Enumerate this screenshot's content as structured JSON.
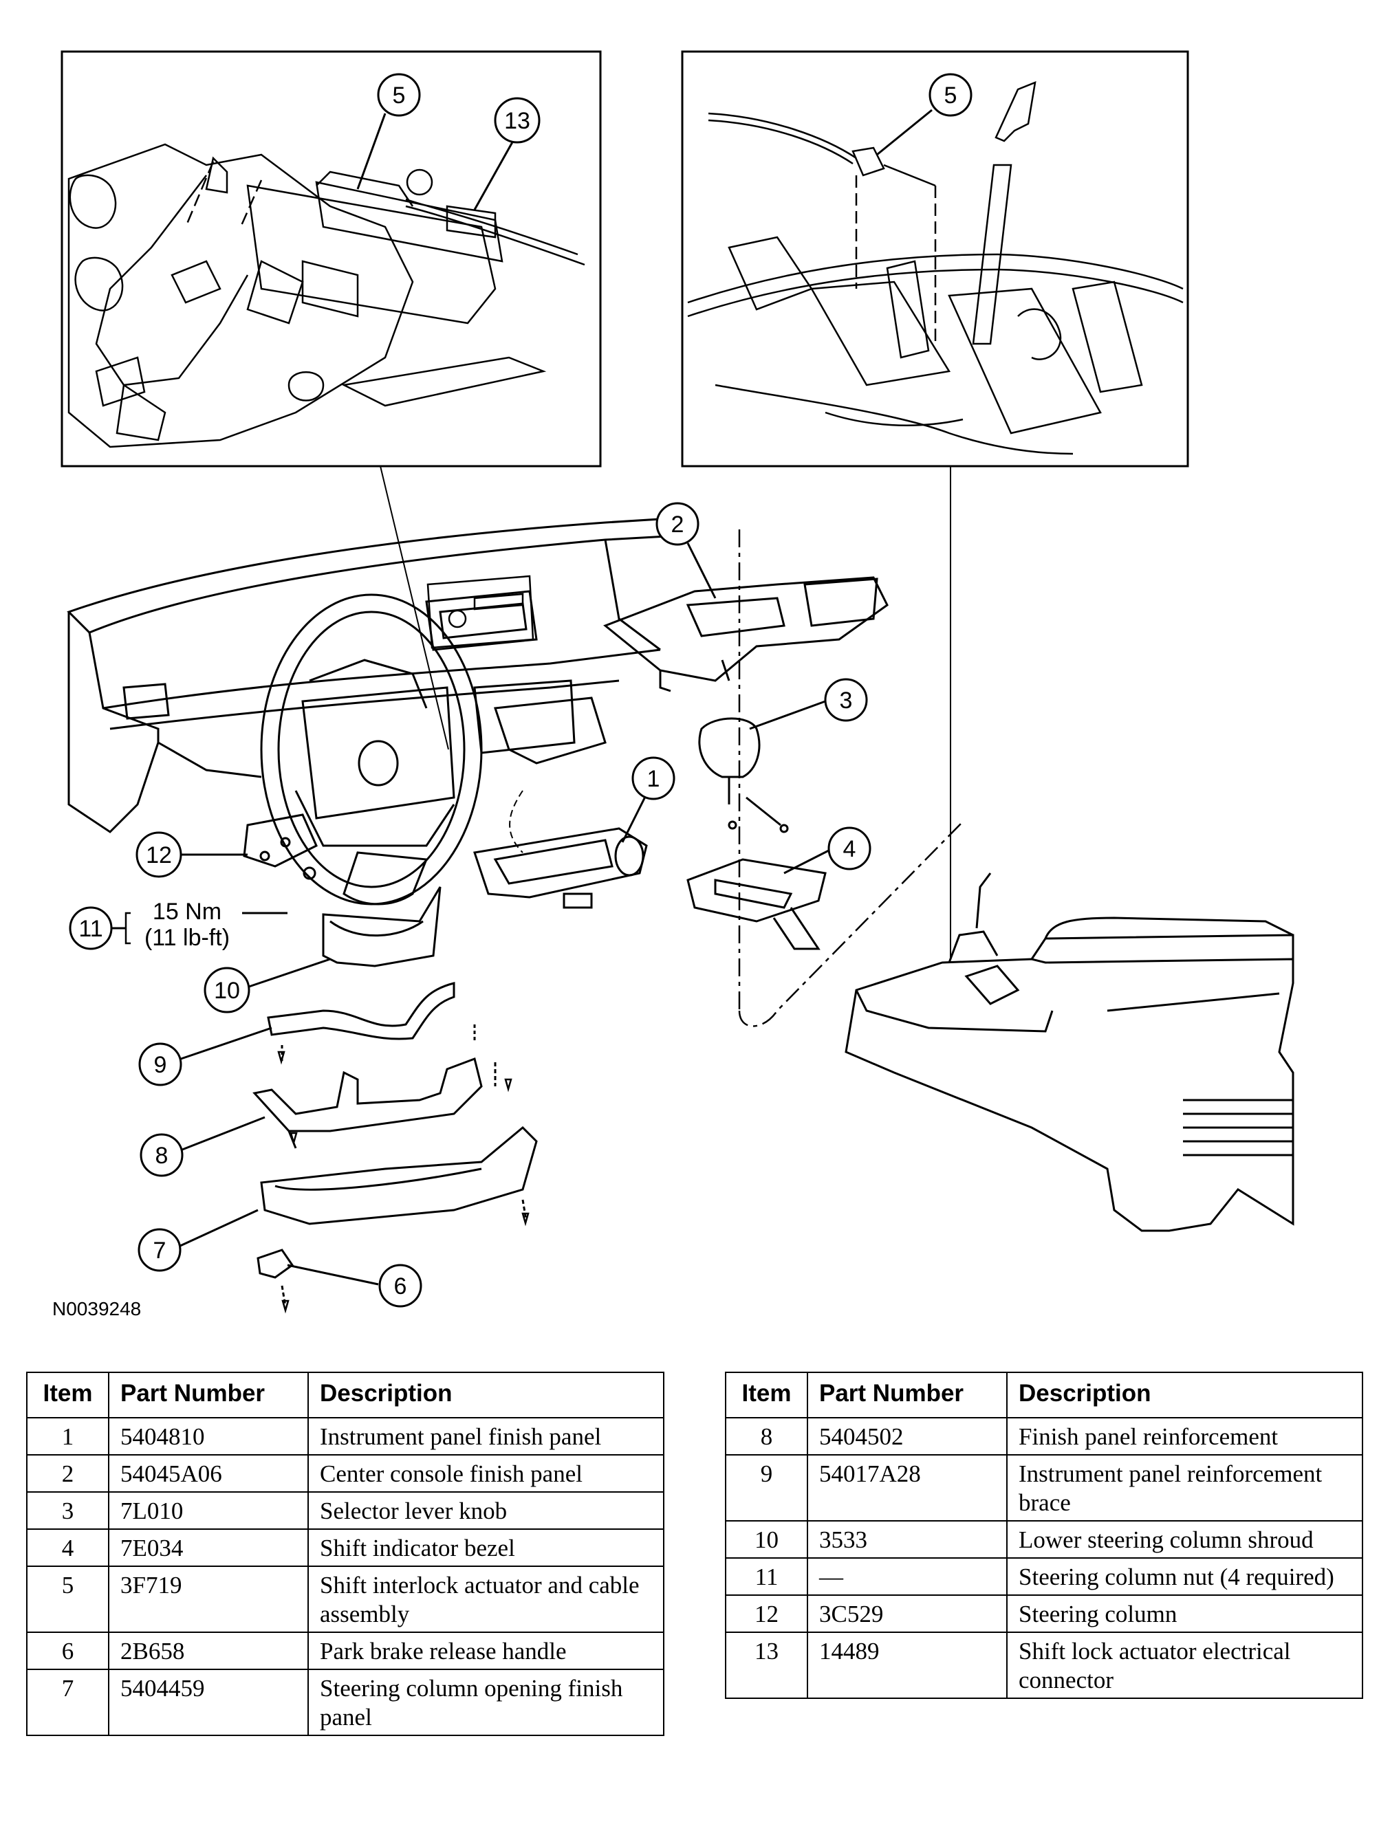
{
  "figure_id": "N0039248",
  "torque": {
    "value_nm": "15 Nm",
    "value_lbft": "(11 lb-ft)"
  },
  "callouts": [
    "1",
    "2",
    "3",
    "4",
    "5",
    "6",
    "7",
    "8",
    "9",
    "10",
    "11",
    "12",
    "13"
  ],
  "table_headers": {
    "item": "Item",
    "part_number": "Part Number",
    "description": "Description"
  },
  "parts_left": [
    {
      "item": "1",
      "part_number": "5404810",
      "description": "Instrument panel finish panel"
    },
    {
      "item": "2",
      "part_number": "54045A06",
      "description": "Center console finish panel"
    },
    {
      "item": "3",
      "part_number": "7L010",
      "description": "Selector lever knob"
    },
    {
      "item": "4",
      "part_number": "7E034",
      "description": "Shift indicator bezel"
    },
    {
      "item": "5",
      "part_number": "3F719",
      "description": "Shift interlock actuator and cable assembly"
    },
    {
      "item": "6",
      "part_number": "2B658",
      "description": "Park brake release handle"
    },
    {
      "item": "7",
      "part_number": "5404459",
      "description": "Steering column opening finish panel"
    }
  ],
  "parts_right": [
    {
      "item": "8",
      "part_number": "5404502",
      "description": "Finish panel reinforcement"
    },
    {
      "item": "9",
      "part_number": "54017A28",
      "description": "Instrument panel reinforcement brace"
    },
    {
      "item": "10",
      "part_number": "3533",
      "description": "Lower steering column shroud"
    },
    {
      "item": "11",
      "part_number": "—",
      "description": "Steering column nut (4 required)"
    },
    {
      "item": "12",
      "part_number": "3C529",
      "description": "Steering column"
    },
    {
      "item": "13",
      "part_number": "14489",
      "description": "Shift lock actuator electrical connector"
    }
  ]
}
